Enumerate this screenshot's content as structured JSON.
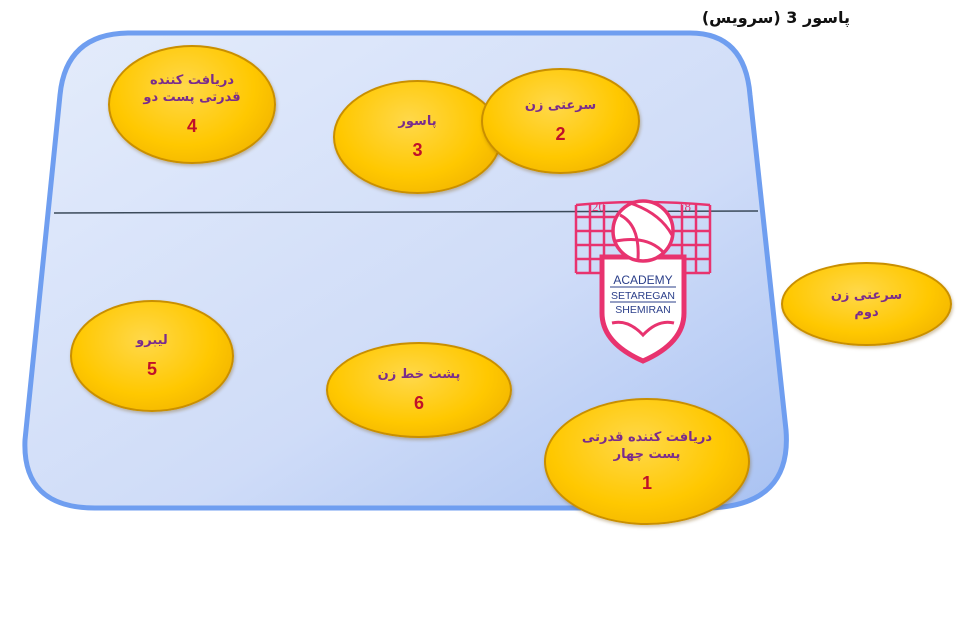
{
  "title": "پاسور 3 (سرویس)",
  "players": [
    {
      "id": "p4",
      "label": "دریافت کننده\nقدرتی پست دو",
      "number": "4"
    },
    {
      "id": "p3",
      "label": "پاسور",
      "number": "3"
    },
    {
      "id": "p2",
      "label": "سرعتی زن",
      "number": "2"
    },
    {
      "id": "p5",
      "label": "لیبرو",
      "number": "5"
    },
    {
      "id": "p6",
      "label": "پشت خط زن",
      "number": "6"
    },
    {
      "id": "p1",
      "label": "دریافت کننده قدرتی\nپست چهار",
      "number": "1"
    },
    {
      "id": "sub",
      "label": "سرعتی زن\nدوم",
      "number": ""
    }
  ],
  "logo": {
    "year_left": "20",
    "year_right": "18",
    "line1": "ACADEMY",
    "line2": "SETAREGAN",
    "line3": "SHEMIRAN"
  },
  "colors": {
    "court_border": "#6f9ef0",
    "court_fill": "#dbe6fb",
    "player_fill": "#ffc800",
    "label_text": "#7a2c8c",
    "number_text": "#c0102a",
    "logo_pink": "#e8336f"
  }
}
